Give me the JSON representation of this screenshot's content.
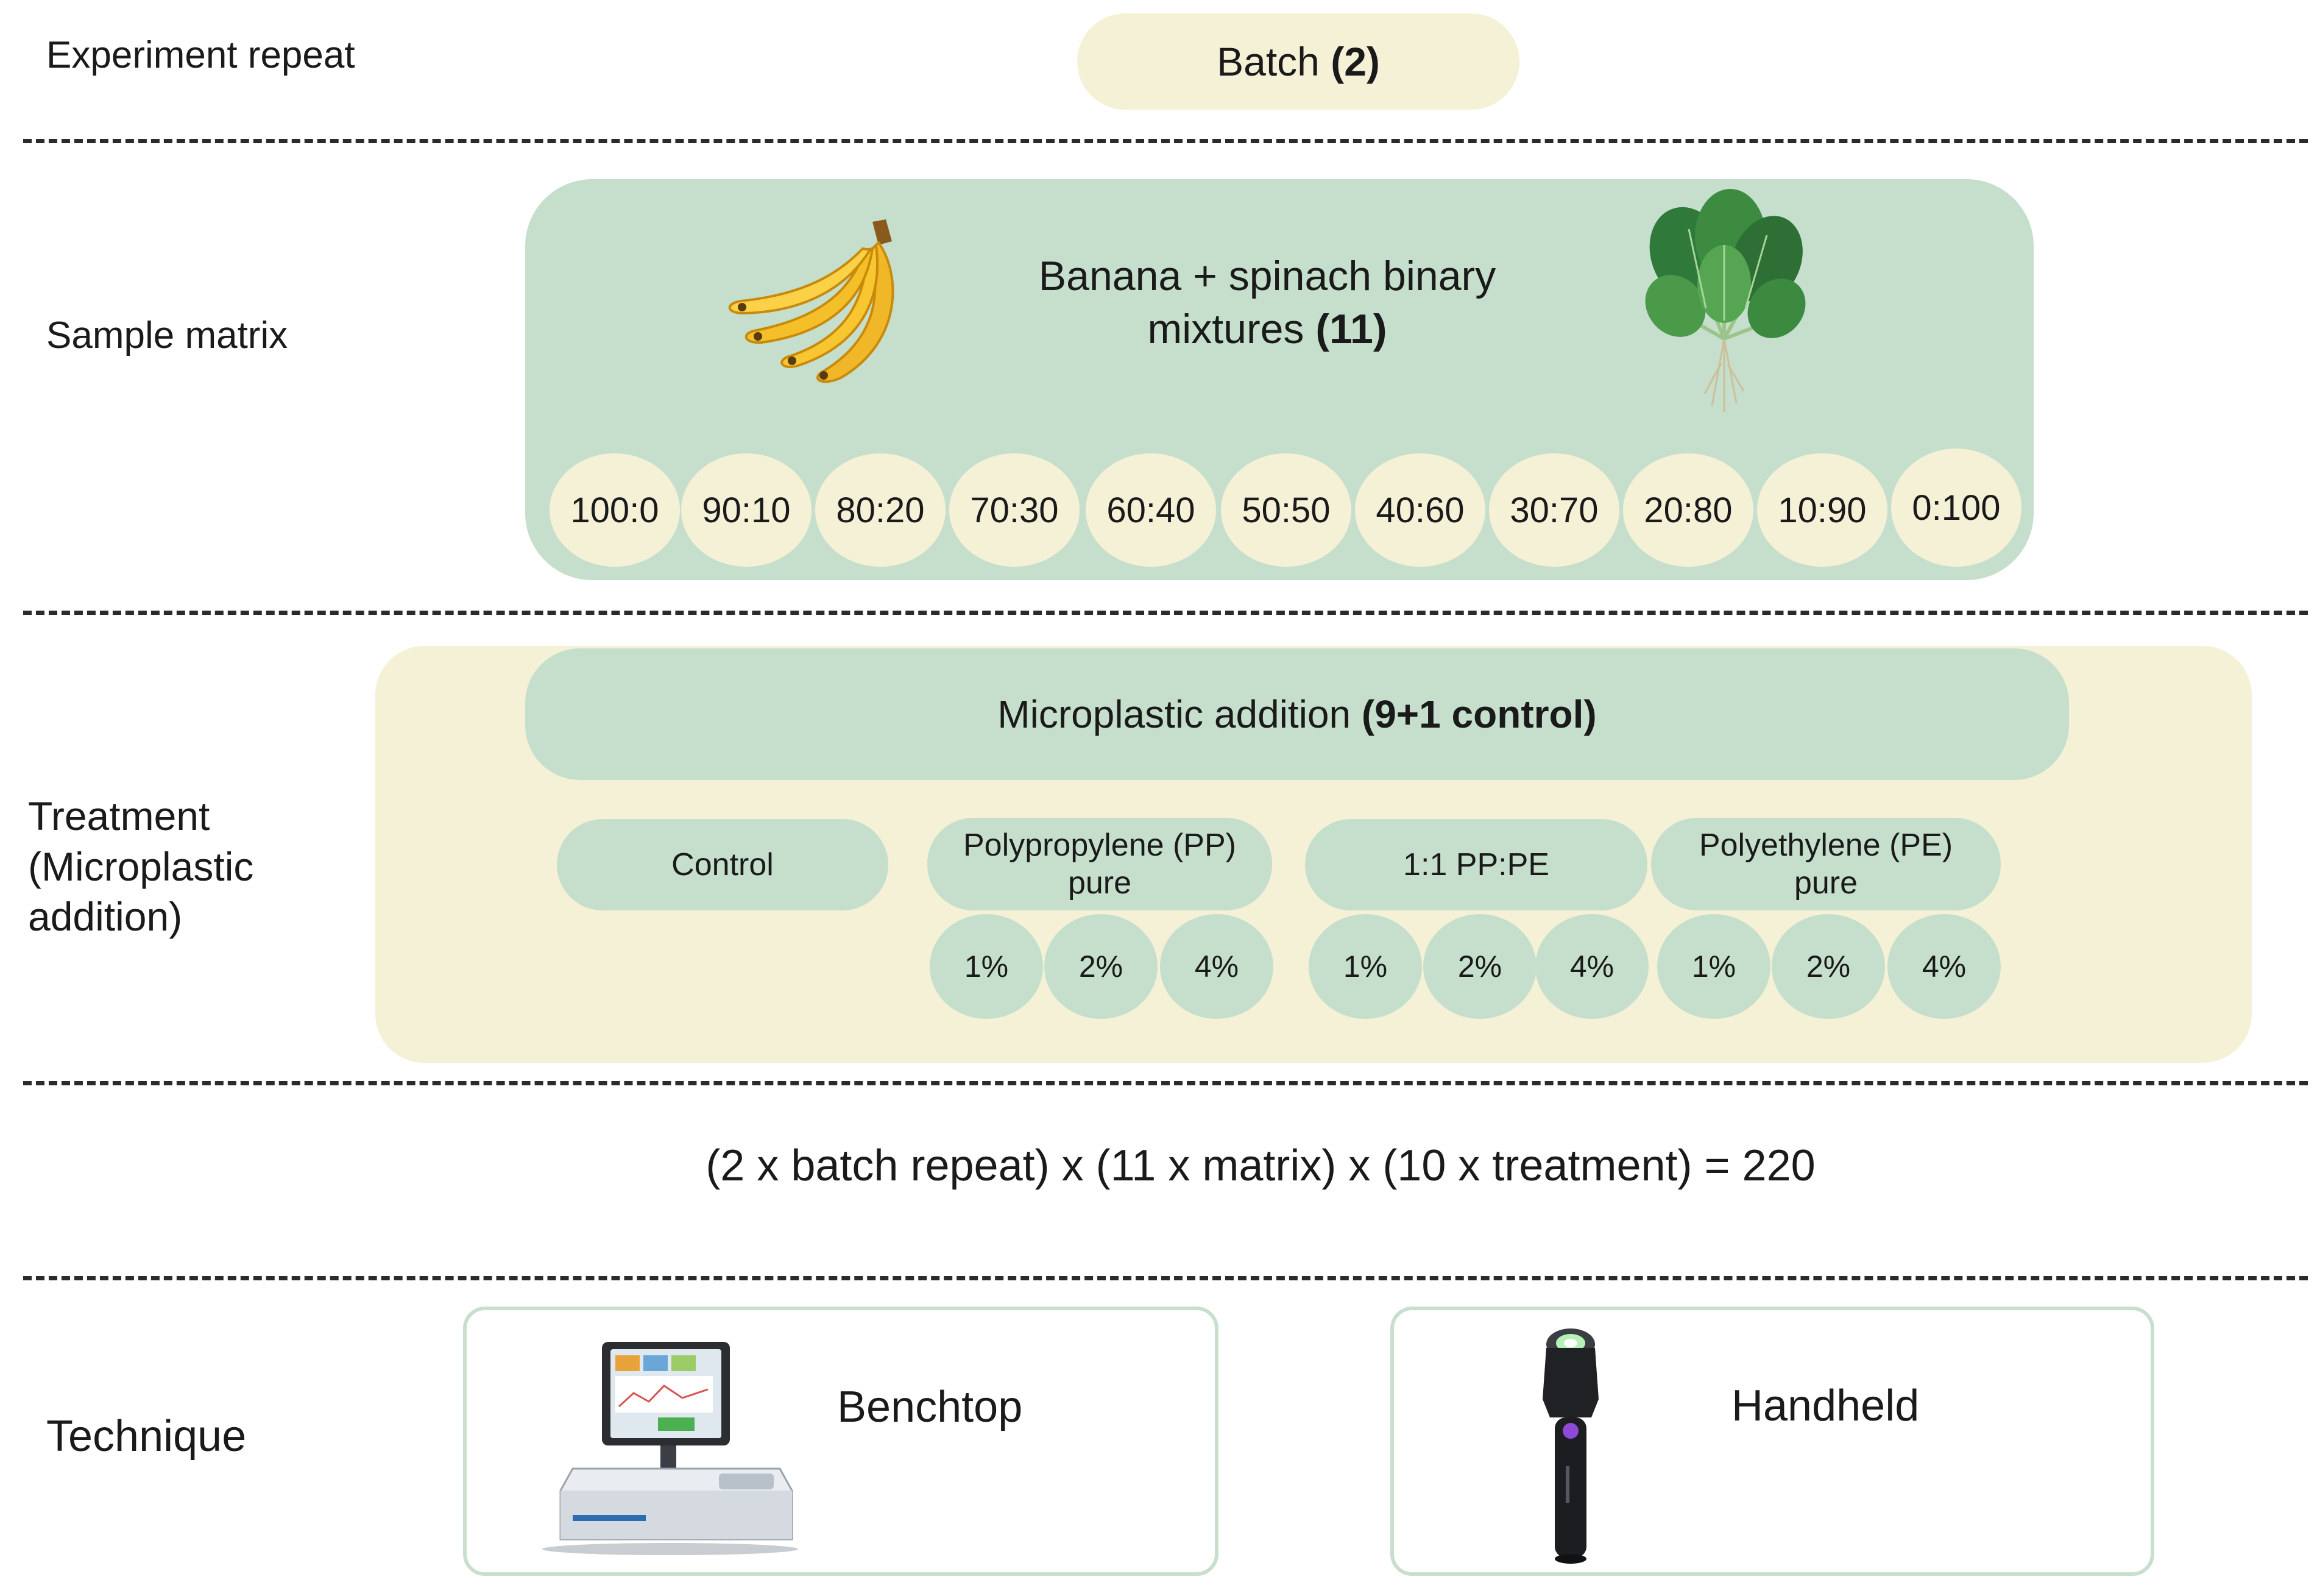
{
  "rows": {
    "experiment_repeat": "Experiment repeat",
    "sample_matrix": "Sample matrix",
    "treatment_line1": "Treatment",
    "treatment_line2": "(Microplastic",
    "treatment_line3": "addition)",
    "technique": "Technique"
  },
  "batch": {
    "label": "Batch",
    "count": "(2)"
  },
  "matrix": {
    "title_line1": "Banana + spinach binary",
    "title_line2": "mixtures",
    "count": "(11)",
    "ratios": [
      "100:0",
      "90:10",
      "80:20",
      "70:30",
      "60:40",
      "50:50",
      "40:60",
      "30:70",
      "20:80",
      "10:90",
      "0:100"
    ]
  },
  "treatment": {
    "title": "Microplastic addition",
    "count": "(9+1 control)",
    "groups": {
      "control": "Control",
      "pp_line1": "Polypropylene (PP)",
      "pp_line2": "pure",
      "mix": "1:1 PP:PE",
      "pe_line1": "Polyethylene (PE)",
      "pe_line2": "pure"
    },
    "levels": [
      "1%",
      "2%",
      "4%"
    ]
  },
  "equation": "(2 x batch repeat) x (11 x matrix) x (10 x treatment) = 220",
  "techniques": {
    "benchtop": "Benchtop",
    "handheld": "Handheld"
  },
  "colors": {
    "cream": "#f4f1d6",
    "green": "#c5dfcc",
    "divider": "#2b2b2b"
  },
  "icons": [
    "banana-icon",
    "spinach-icon",
    "benchtop-spectrometer-icon",
    "handheld-spectrometer-icon"
  ]
}
